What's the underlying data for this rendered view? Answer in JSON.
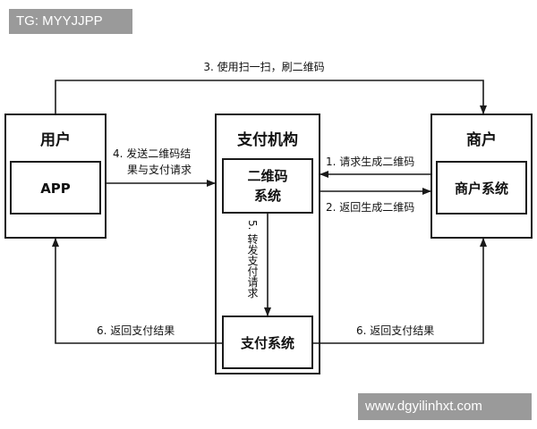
{
  "watermark_top": "TG: MYYJJPP",
  "watermark_bottom": "www.dgyilinhxt.com",
  "nodes": {
    "user": {
      "title": "用户",
      "inner": "APP"
    },
    "payment_org": {
      "title": "支付机构",
      "qr_system_line1": "二维码",
      "qr_system_line2": "系统",
      "pay_system": "支付系统"
    },
    "merchant": {
      "title": "商户",
      "inner": "商户系统"
    }
  },
  "edges": {
    "scan_qr": "3. 使用扫一扫，刷二维码",
    "send_qr_line1": "4. 发送二维码结",
    "send_qr_line2": "果与支付请求",
    "request_qr": "1. 请求生成二维码",
    "return_qr": "2. 返回生成二维码",
    "forward_request": "5. 转发支付请求",
    "return_result_user": "6. 返回支付结果",
    "return_result_merchant": "6. 返回支付结果"
  }
}
